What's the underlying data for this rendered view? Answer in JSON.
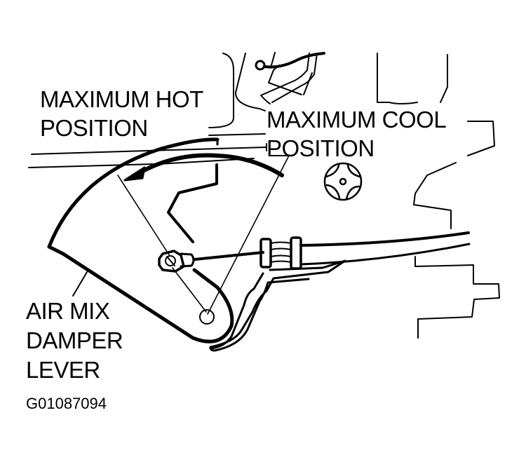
{
  "diagram": {
    "labels": {
      "max_hot": [
        "MAXIMUM HOT",
        "POSITION"
      ],
      "max_cool": [
        "MAXIMUM COOL",
        "POSITION"
      ],
      "lever": [
        "AIR MIX",
        "DAMPER",
        "LEVER"
      ]
    },
    "figure_code": "G01087094",
    "colors": {
      "ink": "#000000",
      "background": "#ffffff"
    }
  }
}
